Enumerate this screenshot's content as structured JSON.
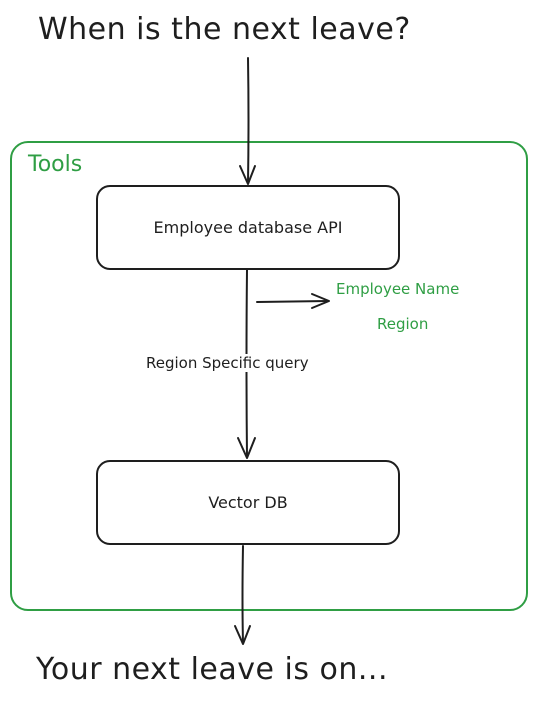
{
  "question": "When is the next leave?",
  "answer": "Your next leave is on...",
  "tools": {
    "label": "Tools"
  },
  "nodes": {
    "employee_api": "Employee database API",
    "vector_db": "Vector DB"
  },
  "edge_label": "Region Specific query",
  "outputs": [
    "Employee Name",
    "Region"
  ],
  "colors": {
    "accent_green": "#2f9e44",
    "stroke": "#1e1e1e"
  }
}
